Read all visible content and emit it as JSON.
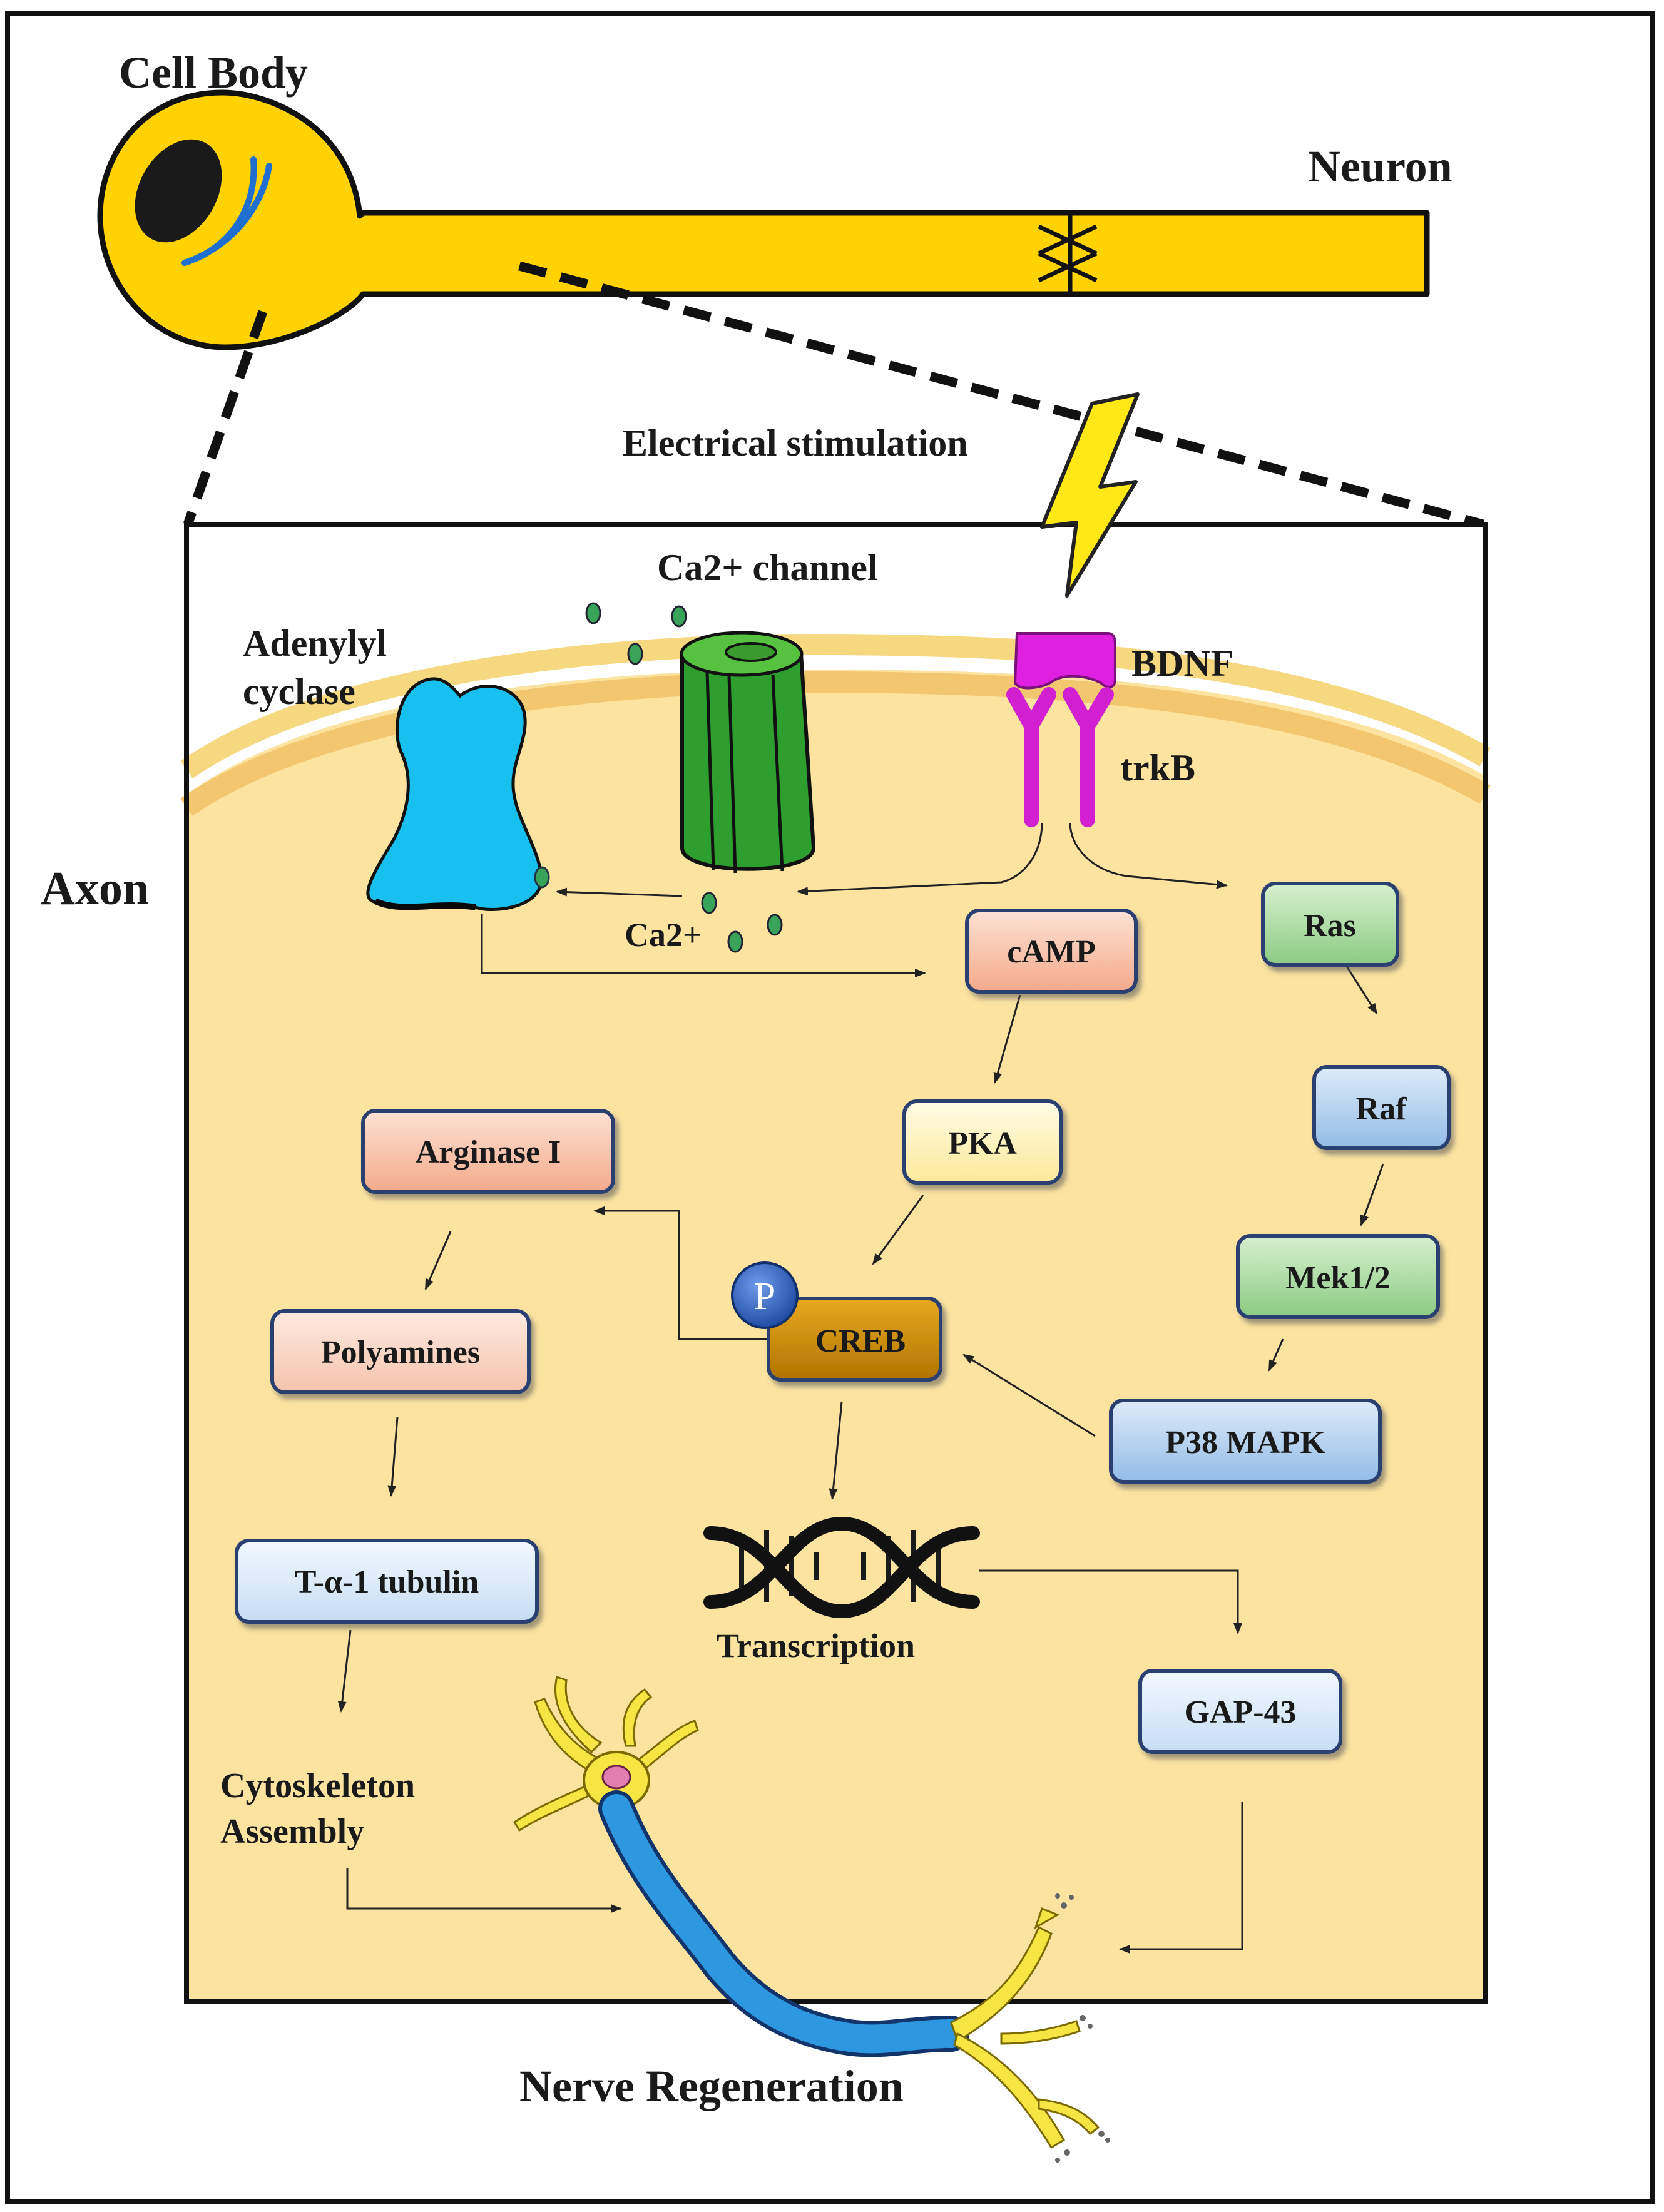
{
  "labels": {
    "cell_body": "Cell Body",
    "neuron": "Neuron",
    "electrical_stimulation": "Electrical stimulation",
    "ca_channel": "Ca2+ channel",
    "adenylyl_1": "Adenylyl",
    "adenylyl_2": "cyclase",
    "bdnf": "BDNF",
    "trkb": "trkB",
    "axon": "Axon",
    "ca_ion": "Ca2+",
    "transcription": "Transcription",
    "cytoskeleton_1": "Cytoskeleton",
    "cytoskeleton_2": "Assembly",
    "nerve_regeneration": "Nerve Regeneration",
    "phospho": "P"
  },
  "boxes": {
    "camp": "cAMP",
    "pka": "PKA",
    "creb": "CREB",
    "ras": "Ras",
    "raf": "Raf",
    "mek": "Mek1/2",
    "p38": "P38 MAPK",
    "arginase": "Arginase I",
    "polyamines": "Polyamines",
    "tubulin": "T-α-1 tubulin",
    "gap43": "GAP-43"
  },
  "colors": {
    "neuron_yellow": "#FFD200",
    "axon_fill": "#FCE3A0",
    "membrane": "#F6C660",
    "adenylyl": "#17C0EE",
    "channel_green": "#2E9E2E",
    "bdnf_magenta": "#E020E0",
    "box_salmon": "#F8C2A8",
    "box_yellow": "#FFF4B8",
    "box_green": "#A8DDA0",
    "box_blue": "#B8D6F2",
    "box_lightblue": "#DCEBFA",
    "creb": "#C98A00",
    "phospho_blue": "#2A5FC0"
  },
  "icons": [
    "lightning-bolt-icon",
    "dna-helix-icon",
    "regenerating-neuron-icon",
    "calcium-ion-icon"
  ]
}
